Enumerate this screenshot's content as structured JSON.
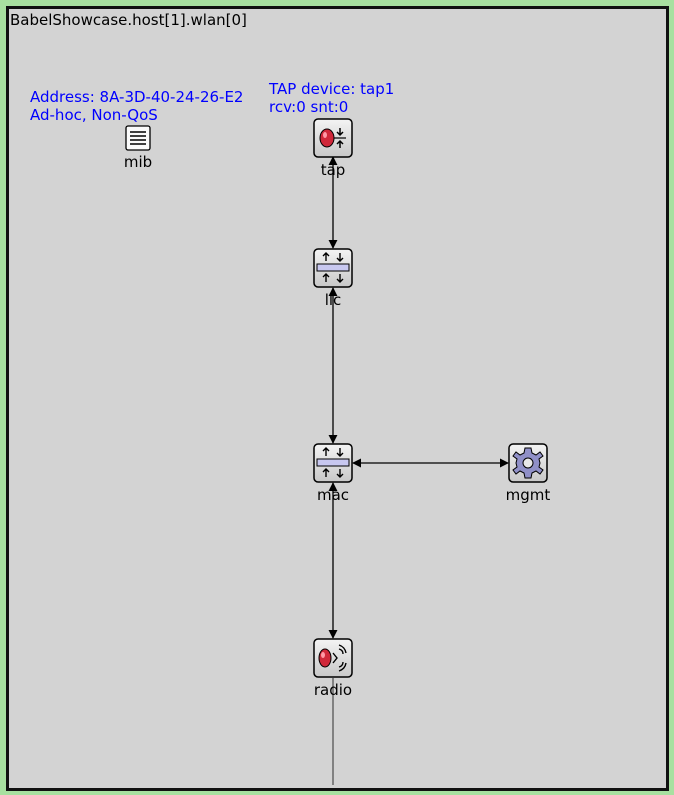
{
  "network": {
    "title": "BabelShowcase.host[1].wlan[0]"
  },
  "mib": {
    "info_line1": "Address: 8A-3D-40-24-26-E2",
    "info_line2": "Ad-hoc, Non-QoS",
    "label": "mib",
    "icon": "document-list-icon"
  },
  "tap": {
    "info_line1": "TAP device: tap1",
    "info_line2": "rcv:0 snt:0",
    "label": "tap",
    "icon": "tap-device-icon"
  },
  "llc": {
    "label": "llc",
    "icon": "layer-block-icon"
  },
  "mac": {
    "label": "mac",
    "icon": "layer-block-icon"
  },
  "mgmt": {
    "label": "mgmt",
    "icon": "gear-icon"
  },
  "radio": {
    "label": "radio",
    "icon": "radio-icon"
  },
  "colors": {
    "background": "#d3d3d3",
    "border": "#a8e0a0",
    "info_text": "#0000ff",
    "module_fill": "#e8e8e8",
    "gear": "#9090c8",
    "red_dot": "#d0283a"
  }
}
